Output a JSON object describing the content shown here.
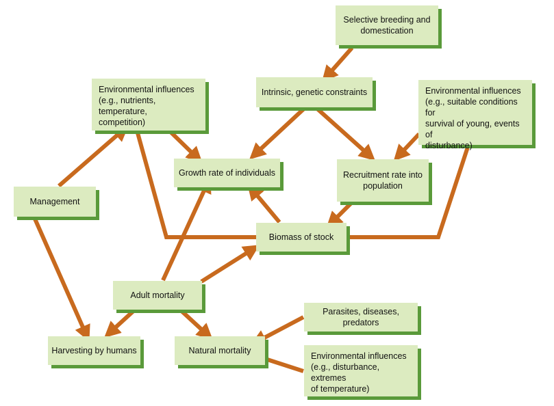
{
  "nodes": {
    "selective_breeding": "Selective breeding and\ndomestication",
    "env_influences_1": "Environmental influences\n(e.g., nutrients, temperature,\ncompetition)",
    "intrinsic_constraints": "Intrinsic, genetic constraints",
    "env_influences_2": "Environmental influences\n(e.g., suitable conditions for\nsurvival of young, events of\ndisturbance)",
    "growth_rate": "Growth rate of individuals",
    "recruitment_rate": "Recruitment rate into\npopulation",
    "management": "Management",
    "biomass": "Biomass of stock",
    "adult_mortality": "Adult mortality",
    "parasites": "Parasites, diseases, predators",
    "harvesting": "Harvesting by humans",
    "natural_mortality": "Natural mortality",
    "env_influences_3": "Environmental influences\n(e.g., disturbance, extremes\nof temperature)"
  },
  "colors": {
    "box_fill": "#dcebc0",
    "box_shadow": "#5a9a3a",
    "arrow": "#c86a1e"
  }
}
